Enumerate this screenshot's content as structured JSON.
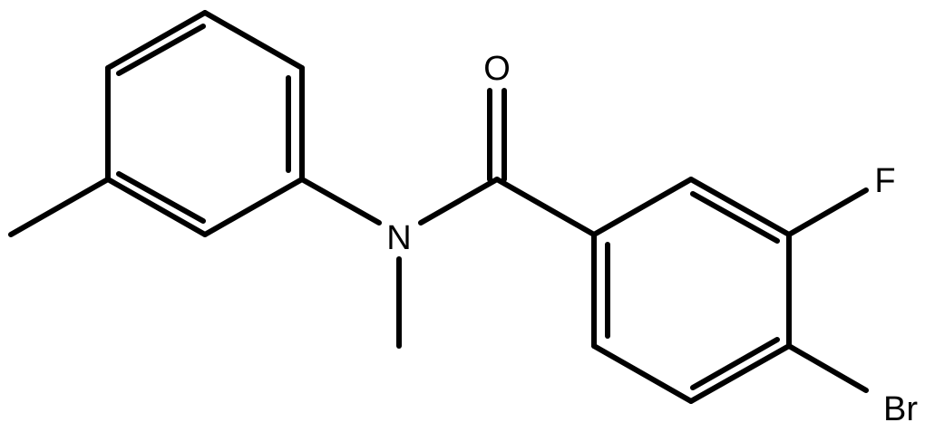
{
  "molecule": {
    "atoms": {
      "oxygen": "O",
      "nitrogen": "N",
      "fluorine": "F",
      "bromine": "Br"
    }
  },
  "colors": {
    "bond": "#000000",
    "background": "#ffffff"
  }
}
